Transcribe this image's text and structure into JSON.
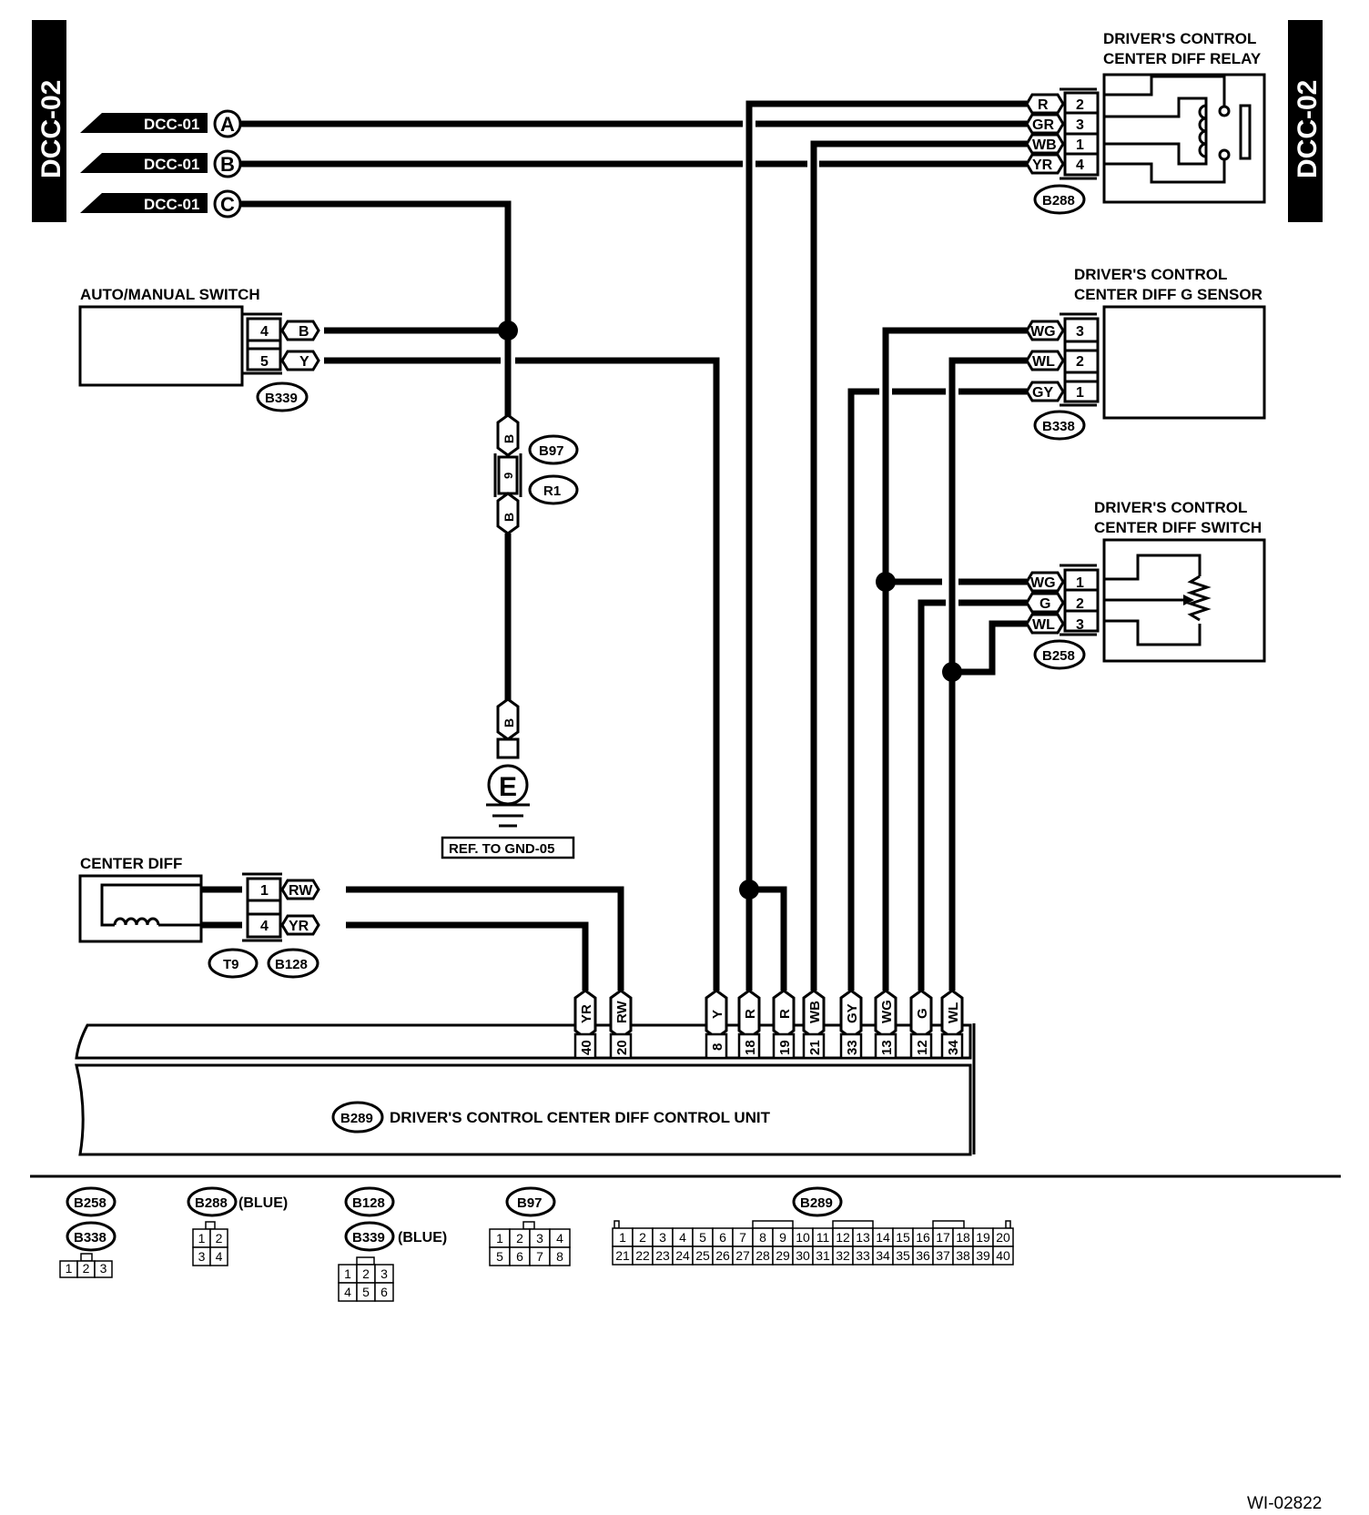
{
  "page": {
    "section_code_left": "DCC-02",
    "section_code_right": "DCC-02",
    "figure_id": "WI-02822"
  },
  "refs": [
    {
      "label": "DCC-01",
      "letter": "A"
    },
    {
      "label": "DCC-01",
      "letter": "B"
    },
    {
      "label": "DCC-01",
      "letter": "C"
    }
  ],
  "relay": {
    "title_line1": "DRIVER'S CONTROL",
    "title_line2": "CENTER DIFF RELAY",
    "connector": "B288",
    "pins": [
      {
        "wire": "R",
        "pin": "2"
      },
      {
        "wire": "GR",
        "pin": "3"
      },
      {
        "wire": "WB",
        "pin": "1"
      },
      {
        "wire": "YR",
        "pin": "4"
      }
    ]
  },
  "g_sensor": {
    "title_line1": "DRIVER'S CONTROL",
    "title_line2": "CENTER DIFF G SENSOR",
    "connector": "B338",
    "pins": [
      {
        "wire": "WG",
        "pin": "3"
      },
      {
        "wire": "WL",
        "pin": "2"
      },
      {
        "wire": "GY",
        "pin": "1"
      }
    ]
  },
  "diff_switch": {
    "title_line1": "DRIVER'S CONTROL",
    "title_line2": "CENTER DIFF SWITCH",
    "connector": "B258",
    "pins": [
      {
        "wire": "WG",
        "pin": "1"
      },
      {
        "wire": "G",
        "pin": "2"
      },
      {
        "wire": "WL",
        "pin": "3"
      }
    ]
  },
  "auto_manual": {
    "title": "AUTO/MANUAL SWITCH",
    "connector": "B339",
    "pins": [
      {
        "pin": "4",
        "wire": "B"
      },
      {
        "pin": "5",
        "wire": "Y"
      }
    ]
  },
  "ground": {
    "wire_top": "B",
    "connector_a": "B97",
    "connector_b": "R1",
    "pin": "9",
    "wire_bottom": "B",
    "wire_end": "B",
    "symbol": "E",
    "reference": "REF. TO GND-05"
  },
  "center_diff": {
    "title": "CENTER DIFF",
    "connector_a": "T9",
    "connector_b": "B128",
    "pins": [
      {
        "pin": "1",
        "wire": "RW"
      },
      {
        "pin": "4",
        "wire": "YR"
      }
    ]
  },
  "control_unit": {
    "connector": "B289",
    "title": "DRIVER'S CONTROL CENTER DIFF CONTROL UNIT",
    "terminals": [
      {
        "wire": "YR",
        "pin": "40"
      },
      {
        "wire": "RW",
        "pin": "20"
      },
      {
        "wire": "Y",
        "pin": "8"
      },
      {
        "wire": "R",
        "pin": "18"
      },
      {
        "wire": "R",
        "pin": "19"
      },
      {
        "wire": "WB",
        "pin": "21"
      },
      {
        "wire": "GY",
        "pin": "33"
      },
      {
        "wire": "WG",
        "pin": "13"
      },
      {
        "wire": "G",
        "pin": "12"
      },
      {
        "wire": "WL",
        "pin": "34"
      }
    ]
  },
  "legend": {
    "c1": {
      "ids": [
        "B258",
        "B338"
      ],
      "pins": [
        "1",
        "2",
        "3"
      ]
    },
    "c2": {
      "id": "B288",
      "color": "(BLUE)",
      "pins": [
        "1",
        "2",
        "3",
        "4"
      ]
    },
    "c3": {
      "ids": [
        "B128",
        "B339"
      ],
      "color": "(BLUE)",
      "pins": [
        "1",
        "2",
        "3",
        "4",
        "5",
        "6"
      ]
    },
    "c4": {
      "id": "B97",
      "pins": [
        "1",
        "2",
        "3",
        "4",
        "5",
        "6",
        "7",
        "8"
      ]
    },
    "c5": {
      "id": "B289",
      "pins": [
        "1",
        "2",
        "3",
        "4",
        "5",
        "6",
        "7",
        "8",
        "9",
        "10",
        "11",
        "12",
        "13",
        "14",
        "15",
        "16",
        "17",
        "18",
        "19",
        "20",
        "21",
        "22",
        "23",
        "24",
        "25",
        "26",
        "27",
        "28",
        "29",
        "30",
        "31",
        "32",
        "33",
        "34",
        "35",
        "36",
        "37",
        "38",
        "39",
        "40"
      ]
    }
  }
}
